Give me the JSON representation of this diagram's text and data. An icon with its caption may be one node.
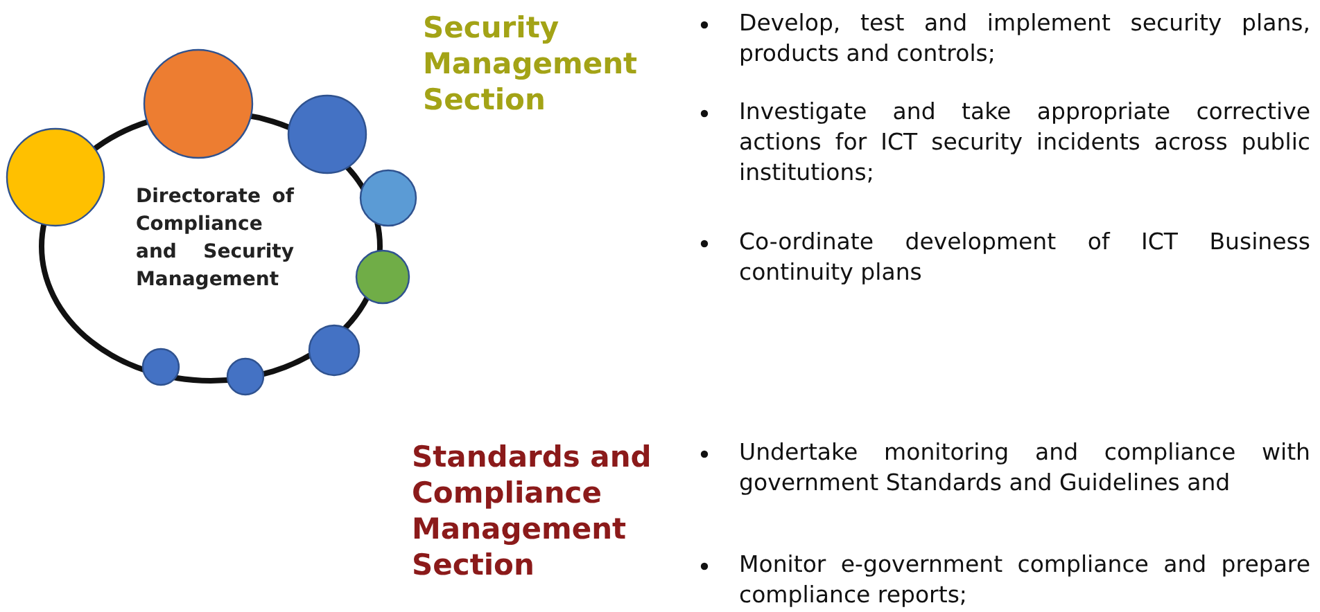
{
  "diagram": {
    "nodes": [
      {
        "text": [
          "Directorate of Compliance and Security Management"
        ]
      }
    ],
    "labels": [
      "Security Management Section",
      "Develop, test and implement security plans, products and controls;",
      "Investigate and take appropriate corrective actions for ICT security incidents across public institutions;",
      "Co-ordinate development of ICT Business continuity plans",
      "Standards and Compliance Management Section",
      "Undertake monitoring and compliance with government Standards and Guidelines and",
      "Monitor e-government compliance and prepare compliance reports;"
    ]
  }
}
